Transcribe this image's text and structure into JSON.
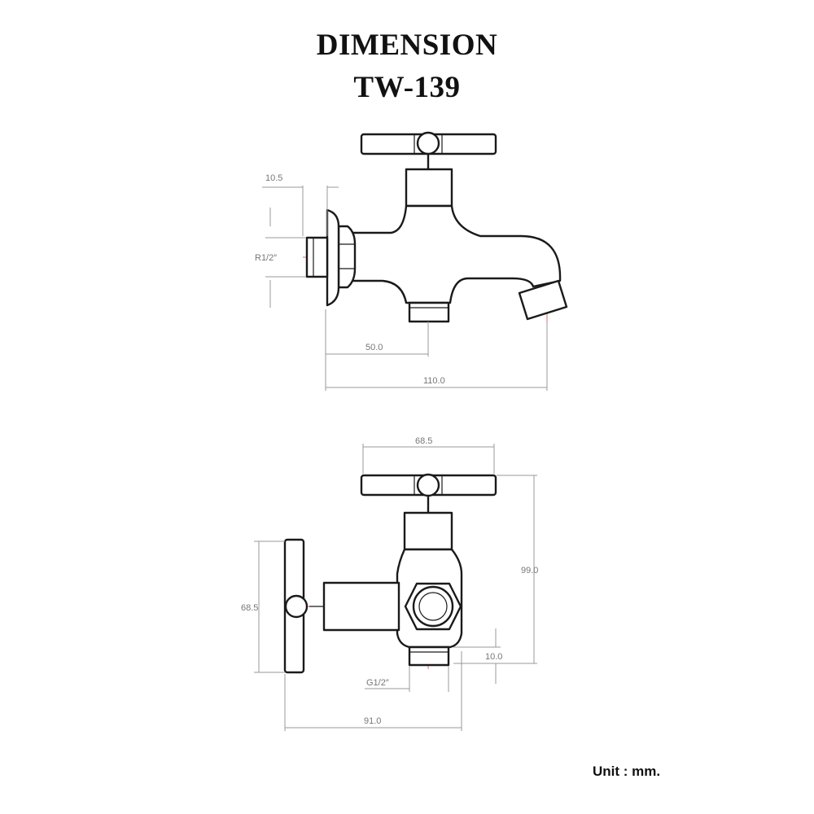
{
  "header": {
    "title": "DIMENSION",
    "model": "TW-139"
  },
  "footer": {
    "unit": "Unit : mm."
  },
  "side_view": {
    "dims": {
      "flange": "10.5",
      "thread": "R1/2″",
      "center": "50.0",
      "length": "110.0"
    }
  },
  "front_view": {
    "dims": {
      "handle_width": "68.5",
      "height": "99.0",
      "handle_height": "68.5",
      "outlet_depth": "10.0",
      "thread": "G1/2″",
      "width": "91.0"
    }
  },
  "colors": {
    "outline": "#1a1a1a",
    "dimension": "#999999",
    "centerline": "#e06b6b"
  }
}
